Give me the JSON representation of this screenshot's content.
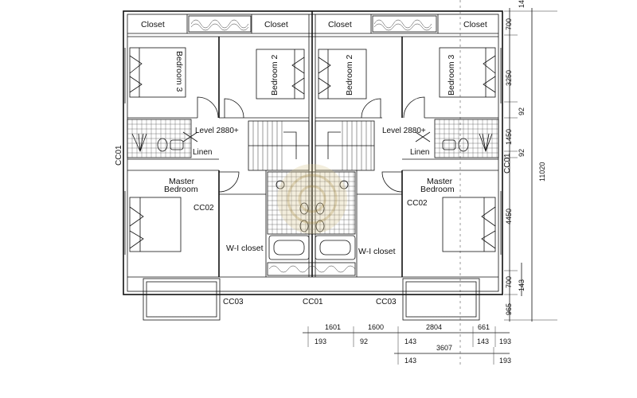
{
  "plan": {
    "rooms": {
      "closet": "Closet",
      "bedroom2": "Bedroom 2",
      "bedroom3": "Bedroom 3",
      "master_line1": "Master",
      "master_line2": "Bedroom",
      "wi_closet": "W-I closet",
      "linen": "Linen",
      "level": "Level 2880+"
    },
    "markers": {
      "cc01": "CC01",
      "cc02": "CC02",
      "cc03": "CC03"
    },
    "dimensions": {
      "right": [
        "700",
        "3250",
        "92",
        "1450",
        "92",
        "4450",
        "700",
        "965",
        "143",
        "11020",
        "14"
      ],
      "bottom_row1": [
        "1601",
        "1600",
        "2804",
        "661"
      ],
      "bottom_row1_sub": [
        "193",
        "92",
        "143",
        "143",
        "193"
      ],
      "bottom_row2": [
        "3607"
      ],
      "bottom_row2_sub": [
        "143",
        "193"
      ]
    }
  }
}
